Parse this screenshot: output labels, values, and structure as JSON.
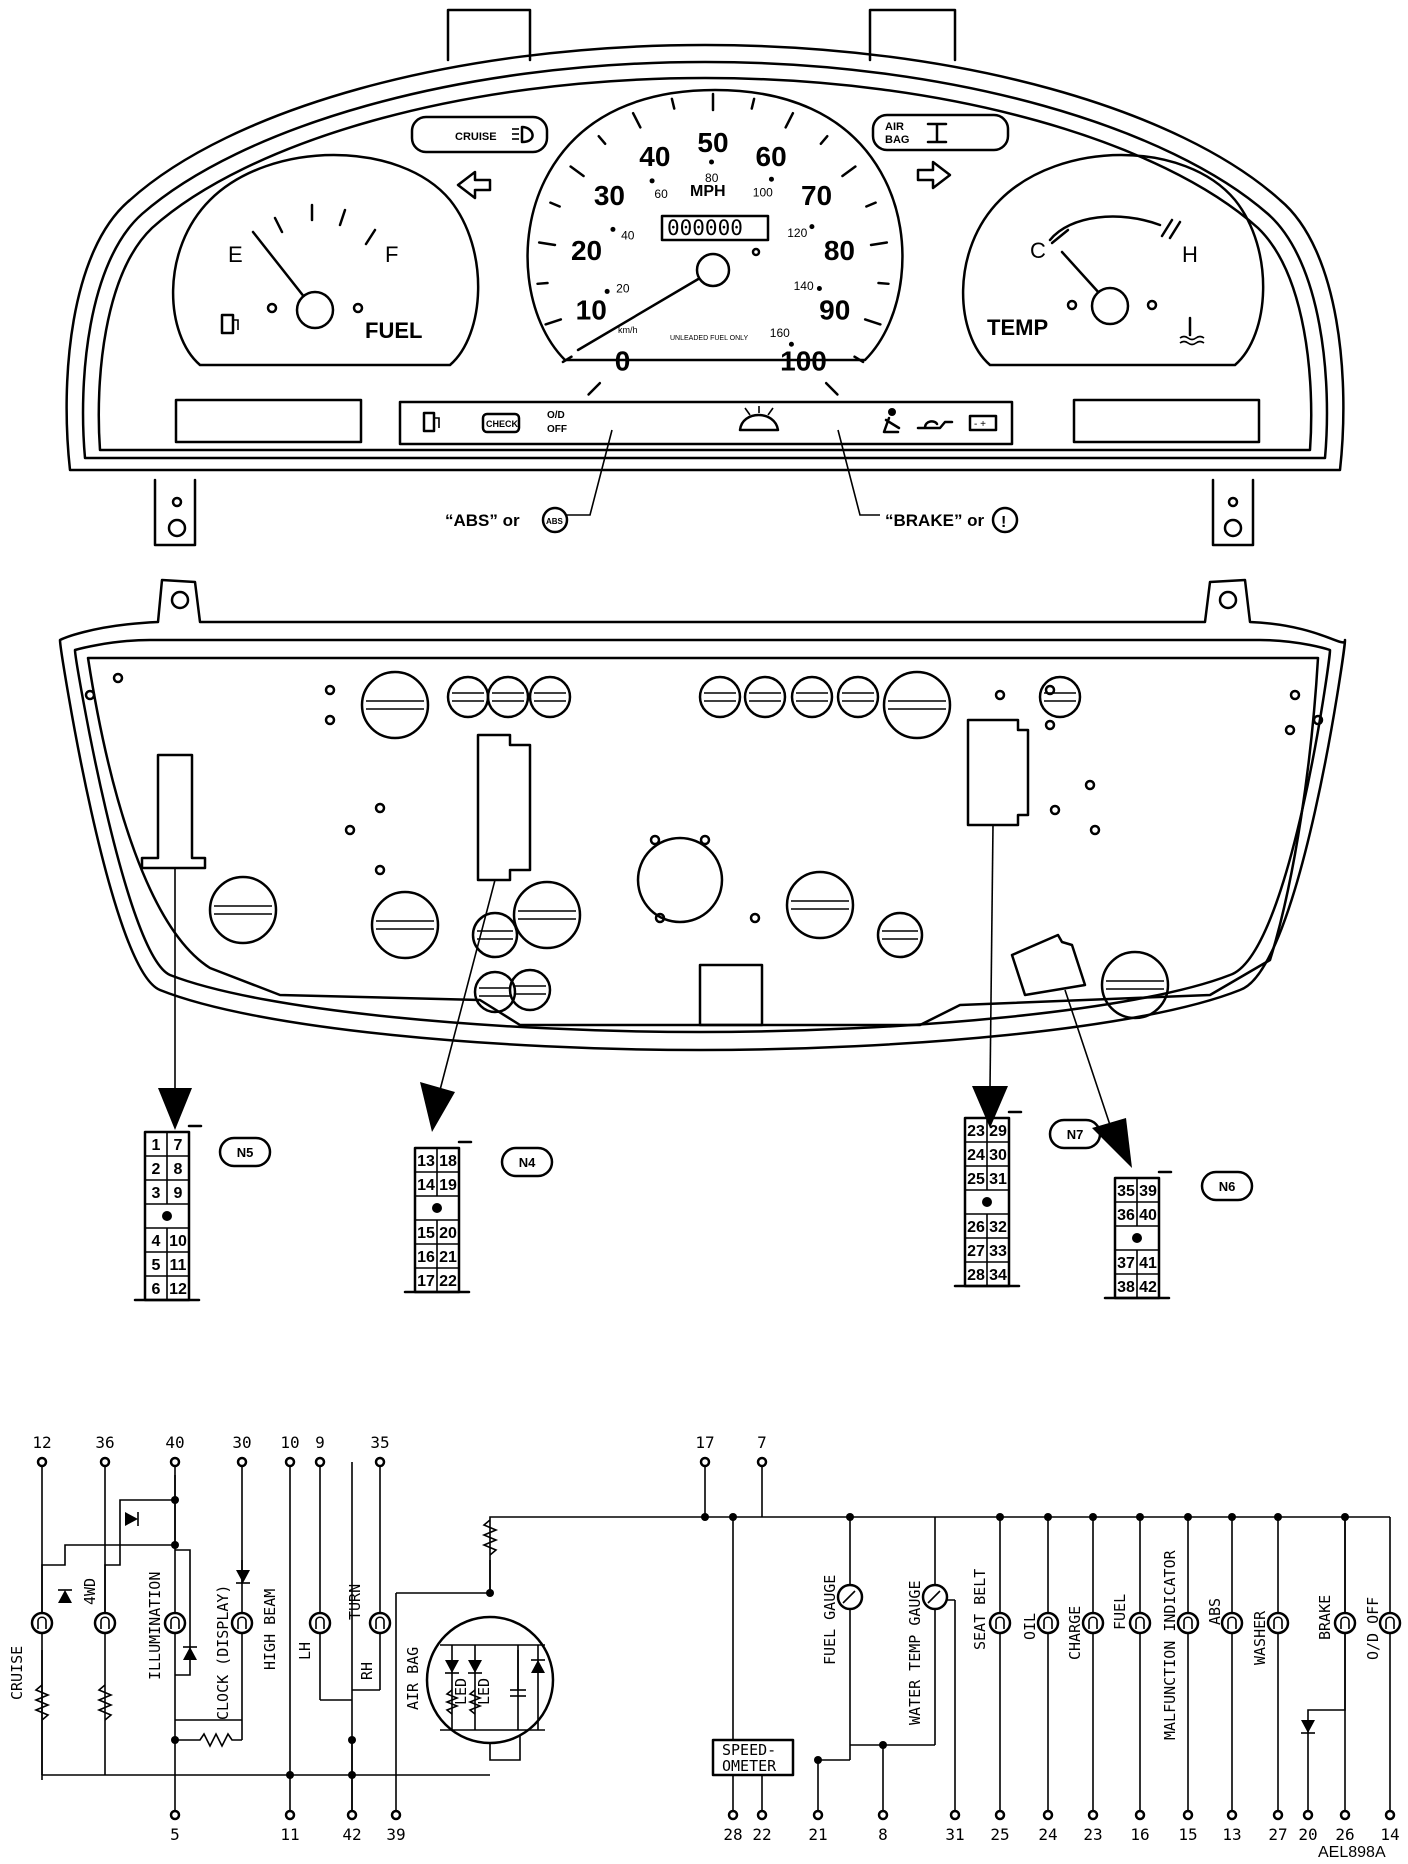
{
  "diagram_id": "AEL898A",
  "top_panel": {
    "fuel_gauge": {
      "empty": "E",
      "full": "F",
      "label": "FUEL"
    },
    "temp_gauge": {
      "cold": "C",
      "hot": "H",
      "label": "TEMP"
    },
    "speedometer": {
      "unit": "MPH",
      "mph_scale": [
        "0",
        "10",
        "20",
        "30",
        "40",
        "50",
        "60",
        "70",
        "80",
        "90",
        "100"
      ],
      "kmh_scale": [
        "20",
        "40",
        "60",
        "80",
        "100",
        "120",
        "140",
        "160"
      ],
      "kmh_unit": "km/h",
      "odometer": "000000",
      "note": "UNLEADED FUEL ONLY"
    },
    "cruise_indicator": "CRUISE",
    "airbag_indicator": "AIR\nBAG",
    "warning_strip": {
      "check": "CHECK",
      "od_off": "O/D\nOFF"
    },
    "callout_abs": "“ABS” or",
    "callout_abs_icon": "ABS",
    "callout_brake": "“BRAKE” or",
    "callout_brake_icon": "!"
  },
  "connectors": [
    {
      "id": "N5",
      "pins": [
        [
          "1",
          "7"
        ],
        [
          "2",
          "8"
        ],
        [
          "3",
          "9"
        ],
        [
          "•"
        ],
        [
          "4",
          "10"
        ],
        [
          "5",
          "11"
        ],
        [
          "6",
          "12"
        ]
      ]
    },
    {
      "id": "N4",
      "pins": [
        [
          "13",
          "18"
        ],
        [
          "14",
          "19"
        ],
        [
          "•"
        ],
        [
          "15",
          "20"
        ],
        [
          "16",
          "21"
        ],
        [
          "17",
          "22"
        ]
      ]
    },
    {
      "id": "N7",
      "pins": [
        [
          "23",
          "29"
        ],
        [
          "24",
          "30"
        ],
        [
          "25",
          "31"
        ],
        [
          "•"
        ],
        [
          "26",
          "32"
        ],
        [
          "27",
          "33"
        ],
        [
          "28",
          "34"
        ]
      ]
    },
    {
      "id": "N6",
      "pins": [
        [
          "35",
          "39"
        ],
        [
          "36",
          "40"
        ],
        [
          "•"
        ],
        [
          "37",
          "41"
        ],
        [
          "38",
          "42"
        ]
      ]
    }
  ],
  "schematic": {
    "top_pins": [
      "12",
      "36",
      "40",
      "30",
      "10",
      "9",
      "35",
      "17",
      "7"
    ],
    "bottom_pins": [
      "5",
      "11",
      "42",
      "39",
      "28",
      "22",
      "21",
      "8",
      "31",
      "25",
      "24",
      "23",
      "16",
      "15",
      "13",
      "27",
      "20",
      "26",
      "14"
    ],
    "labels": {
      "cruise": "CRUISE",
      "fourwd": "4WD",
      "illumination": "ILLUMINATION",
      "clock": "CLOCK (DISPLAY)",
      "high_beam": "HIGH BEAM",
      "lh": "LH",
      "turn": "TURN",
      "rh": "RH",
      "air_bag": "AIR BAG",
      "led1": "LED",
      "led2": "LED",
      "speedometer": "SPEED-\nOMETER",
      "fuel_gauge": "FUEL GAUGE",
      "water_temp_gauge": "WATER TEMP GAUGE",
      "seat_belt": "SEAT BELT",
      "oil": "OIL",
      "charge": "CHARGE",
      "fuel": "FUEL",
      "malfunction_indicator": "MALFUNCTION INDICATOR",
      "abs": "ABS",
      "washer": "WASHER",
      "brake": "BRAKE",
      "od_off": "O/D OFF"
    }
  }
}
